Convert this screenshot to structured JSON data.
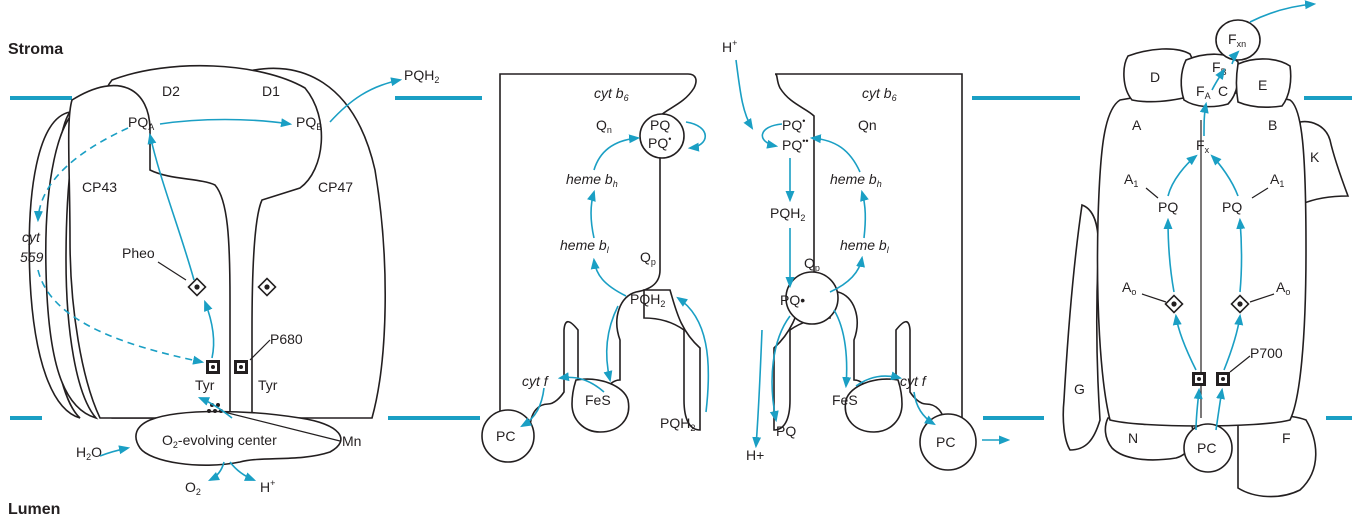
{
  "regions": {
    "stroma": "Stroma",
    "lumen": "Lumen"
  },
  "colors": {
    "flow": "#1a9fc4",
    "outline": "#231f20"
  },
  "psii": {
    "d2": "D2",
    "d1": "D1",
    "cp43": "CP43",
    "cp47": "CP47",
    "pqa": "PQ",
    "pqa_sub": "A",
    "pqb": "PQ",
    "pqb_sub": "B",
    "pqh2_out": "PQH",
    "pqh2_out_sub": "2",
    "cyt559_a": "cyt",
    "cyt559_b": "559",
    "pheo": "Pheo",
    "p680": "P680",
    "tyr_left": "Tyr",
    "tyr_right": "Tyr",
    "o2_center": "O",
    "o2_center_sub": "2",
    "o2_center_rest": "-evolving center",
    "mn": "Mn",
    "h2o": "H",
    "h2o_sub": "2",
    "h2o_rest": "O",
    "o2": "O",
    "o2_sub": "2",
    "hplus": "H",
    "hplus_sup": "+"
  },
  "cytb6f_left": {
    "cytb6": "cyt b",
    "cytb6_sub": "6",
    "qn": "Q",
    "qn_sub": "n",
    "pq": "PQ",
    "pq_dot": "PQ",
    "pq_dot_sup": "•",
    "heme_bh": "heme b",
    "heme_bh_sub": "h",
    "heme_bl": "heme b",
    "heme_bl_sub": "l",
    "qp": "Q",
    "qp_sub": "p",
    "pqh2": "PQH",
    "pqh2_sub": "2",
    "cytf": "cyt f",
    "fes": "FeS",
    "pc": "PC",
    "pqh2_low": "PQH",
    "pqh2_low_sub": "2"
  },
  "cytb6f_right": {
    "hplus_top": "H",
    "hplus_top_sup": "+",
    "cytb6": "cyt b",
    "cytb6_sub": "6",
    "qn": "Qn",
    "pq_dot": "PQ",
    "pq_dot_sup": "•",
    "pq_ddot": "PQ",
    "pq_ddot_sup": "••",
    "pqh2": "PQH",
    "pqh2_sub": "2",
    "heme_bh": "heme b",
    "heme_bh_sub": "h",
    "heme_bl": "heme b",
    "heme_bl_sub": "l",
    "qp": "Q",
    "qp_sub": "p",
    "pq_radical": "PQ•",
    "pq_out": "PQ",
    "hplus_out": "H+",
    "fes": "FeS",
    "cytf": "cyt f",
    "pc": "PC"
  },
  "psi": {
    "d": "D",
    "c": "C",
    "e": "E",
    "fxn": "F",
    "fxn_sub": "xn",
    "fb": "F",
    "fb_sub": "B",
    "fa": "F",
    "fa_sub": "A",
    "a": "A",
    "b": "B",
    "k": "K",
    "fx": "F",
    "fx_sub": "x",
    "a1_left": "A",
    "a1_left_sub": "1",
    "a1_right": "A",
    "a1_right_sub": "1",
    "pq_left": "PQ",
    "pq_right": "PQ",
    "a0_left": "A",
    "a0_left_sub": "o",
    "a0_right": "A",
    "a0_right_sub": "o",
    "p700": "P700",
    "g": "G",
    "n": "N",
    "f": "F",
    "pc": "PC"
  }
}
